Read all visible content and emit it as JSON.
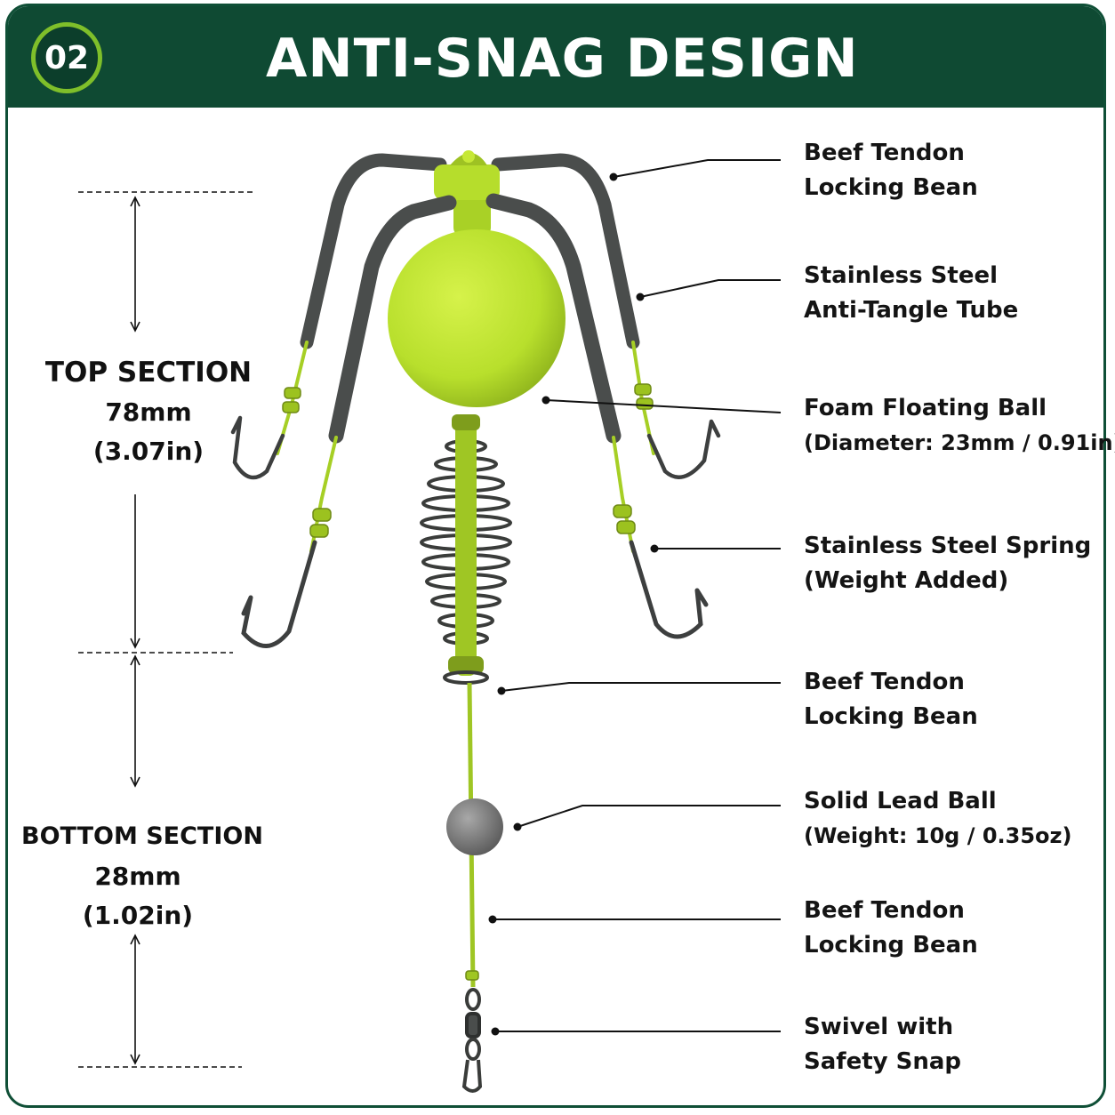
{
  "header": {
    "number": "02",
    "title": "ANTI-SNAG DESIGN"
  },
  "sections": {
    "top": {
      "name": "TOP SECTION",
      "metric": "78mm",
      "imperial": "(3.07in)"
    },
    "bottom": {
      "name": "BOTTOM SECTION",
      "metric": "28mm",
      "imperial": "(1.02in)"
    }
  },
  "callouts": [
    {
      "line1": "Beef Tendon",
      "line2": "Locking Bean"
    },
    {
      "line1": "Stainless Steel",
      "line2": "Anti-Tangle Tube"
    },
    {
      "line1": "Foam Floating Ball",
      "line2": "(Diameter: 23mm / 0.91in)"
    },
    {
      "line1": "Stainless Steel Spring",
      "line2": "(Weight Added)"
    },
    {
      "line1": "Beef Tendon",
      "line2": "Locking Bean"
    },
    {
      "line1": "Solid Lead Ball",
      "line2": "(Weight: 10g / 0.35oz)"
    },
    {
      "line1": "Beef Tendon",
      "line2": "Locking Bean"
    },
    {
      "line1": "Swivel with",
      "line2": "Safety Snap"
    }
  ],
  "colors": {
    "header_bg": "#0f4a33",
    "badge_ring": "#7fbf2a",
    "lime": "#b5df2a",
    "tube": "#4a4d4c",
    "lead": "#808080"
  }
}
